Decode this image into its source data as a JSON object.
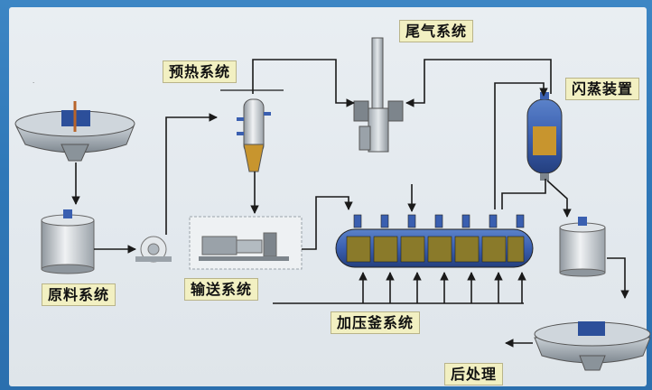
{
  "labels": {
    "tail_gas": "尾气系统",
    "preheat": "预热系统",
    "flash": "闪蒸装置",
    "raw": "原料系统",
    "convey": "输送系统",
    "autoclave": "加压釜系统",
    "post": "后处理"
  },
  "colors": {
    "background": "#2f78b8",
    "panel": "#e6ebef",
    "label_fill": "#f2f0c2",
    "pipe": "#1a1a1a",
    "vessel_blue": "#3a5fb0",
    "slurry": "#b8862e"
  }
}
